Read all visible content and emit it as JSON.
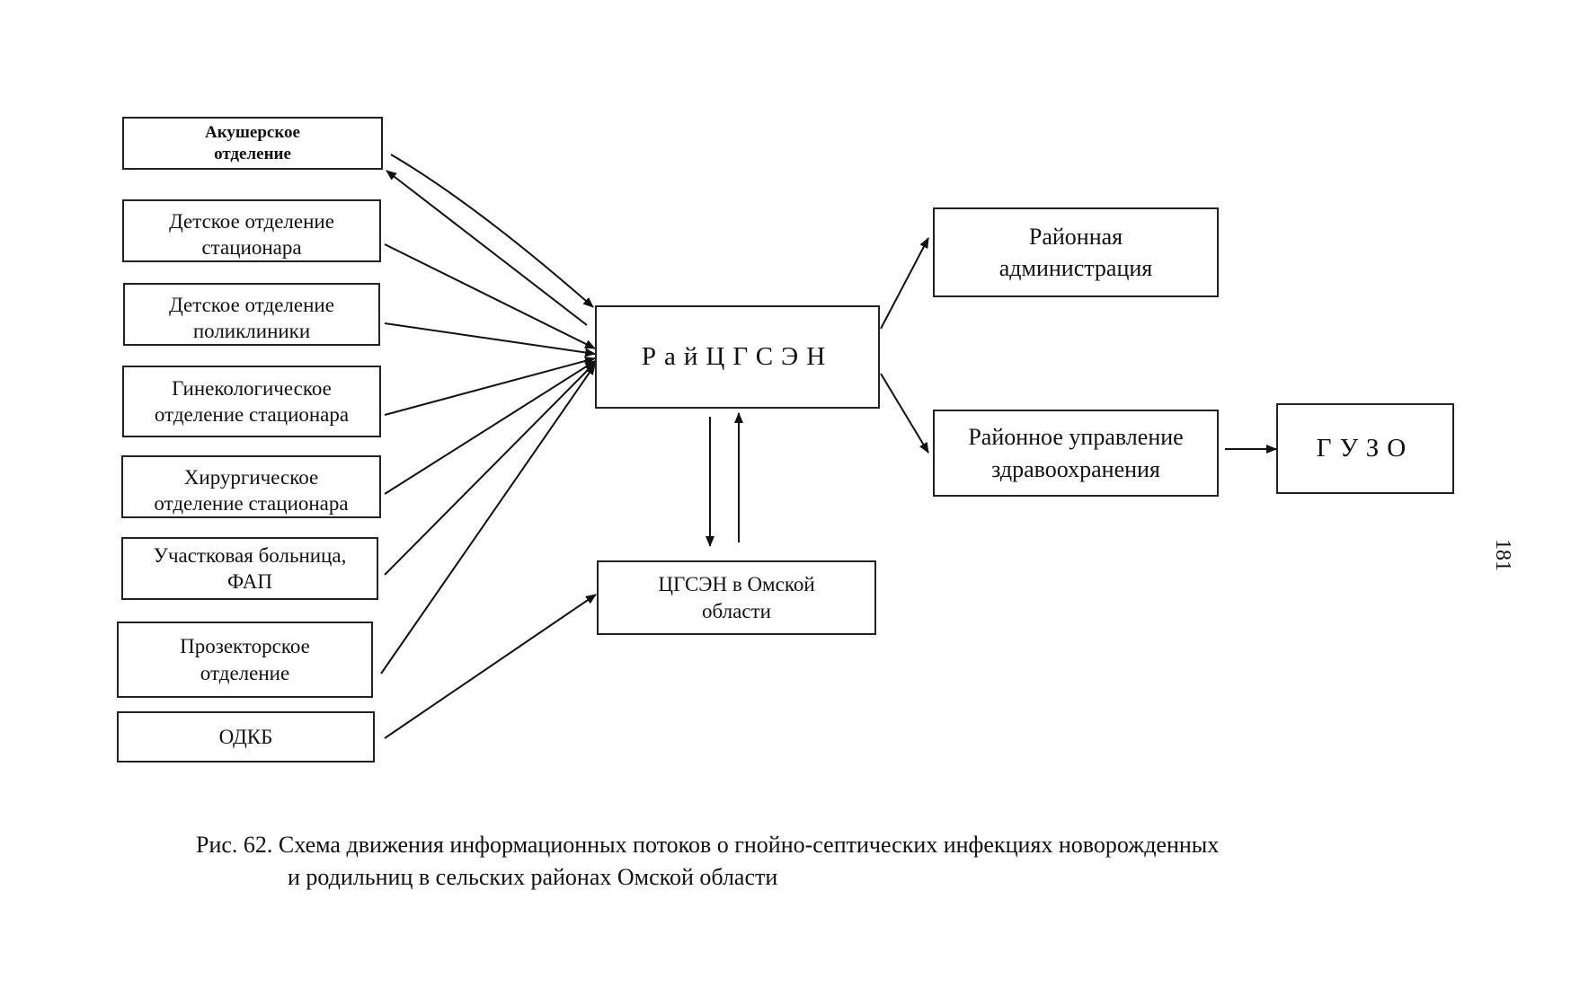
{
  "sources": {
    "obstetric": "Акушерское\nотделение",
    "children_hospital": "Детское отделение\nстационара",
    "children_clinic": "Детское отделение\nполиклиники",
    "gynecology": "Гинекологическое\nотделение стационара",
    "surgery": "Хирургическое\nотделение стационара",
    "district_hospital": "Участковая больница,\nФАП",
    "autopsy": "Прозекторское\nотделение",
    "odkb": "ОДКБ"
  },
  "hub": "РайЦГСЭН",
  "regional_center": "ЦГСЭН в Омской\nобласти",
  "district_administration": "Районная\nадминистрация",
  "district_health_dept": "Районное управление\nздравоохранения",
  "guzo": "ГУЗО",
  "caption": {
    "line1": "Рис. 62. Схема движения информационных потоков о гнойно-септических инфекциях новорожденных",
    "line2": "и родильниц в сельских районах Омской области"
  },
  "page_number": "181"
}
